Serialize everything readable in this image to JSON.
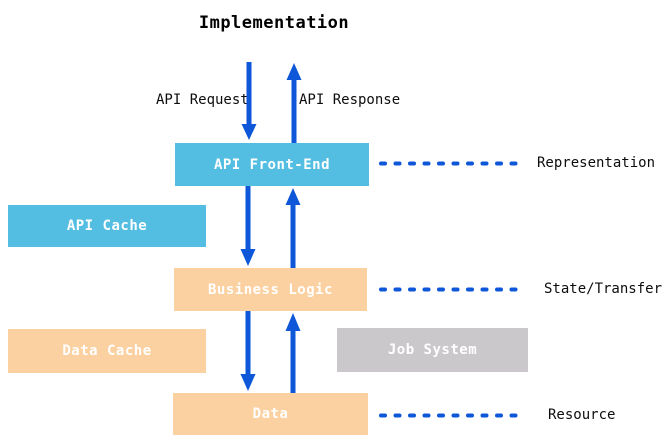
{
  "diagram": {
    "title": "Implementation",
    "flow_labels": {
      "request": "API Request",
      "response": "API Response"
    },
    "nodes": {
      "api_front_end": {
        "label": "API Front-End",
        "color": "#53BEE2"
      },
      "api_cache": {
        "label": "API Cache",
        "color": "#53BEE2"
      },
      "business_logic": {
        "label": "Business Logic",
        "color": "#FCD1A1"
      },
      "data_cache": {
        "label": "Data Cache",
        "color": "#FCD1A1"
      },
      "job_system": {
        "label": "Job System",
        "color": "#CBC8CC"
      },
      "data": {
        "label": "Data",
        "color": "#FCD1A1"
      }
    },
    "layer_labels": {
      "representation": "Representation",
      "state_transfer": "State/Transfer",
      "resource": "Resource"
    },
    "colors": {
      "arrow_blue": "#0D57D8",
      "node_cyan": "#53BEE2",
      "node_orange": "#FCD1A1",
      "node_gray": "#CBC8CC",
      "text_in_node": "#FFFFFF",
      "text_black": "#0D0D0D",
      "background": "#FFFFFF"
    }
  }
}
